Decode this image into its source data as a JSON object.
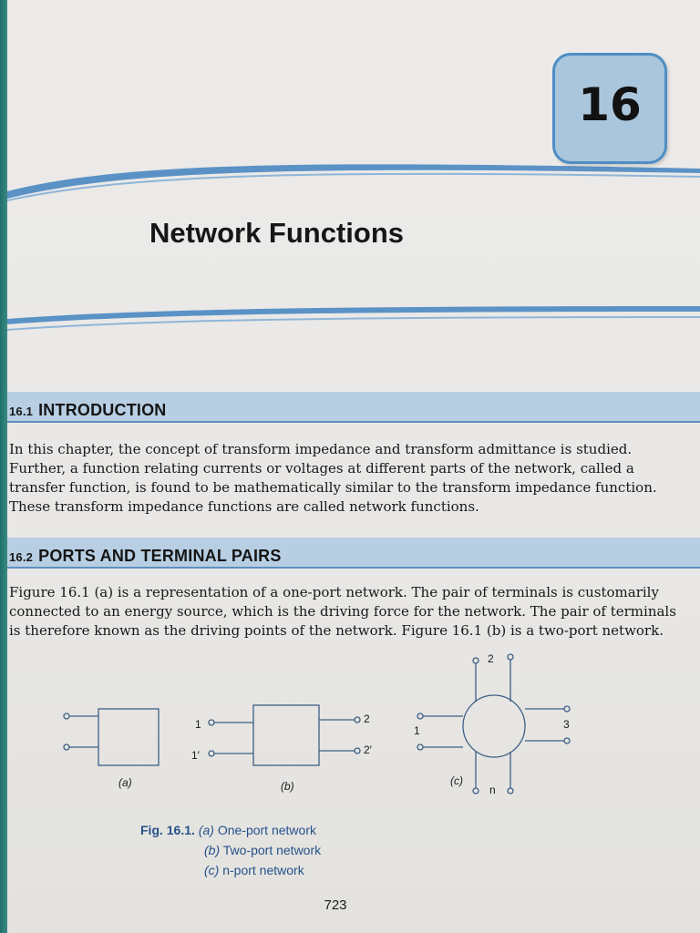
{
  "chapter": {
    "number": "16",
    "title": "Network Functions"
  },
  "sections": [
    {
      "number": "16.1",
      "title": "INTRODUCTION",
      "lines": [
        "In this chapter, the concept of transform impedance and transform admittance is studied.",
        "Further, a function relating currents or voltages at different parts of the network, called a",
        "transfer function, is found to be mathematically similar to the transform impedance function.",
        "These transform impedance functions are called network functions."
      ]
    },
    {
      "number": "16.2",
      "title": "PORTS AND TERMINAL PAIRS",
      "lines": [
        "Figure 16.1 (a) is a representation of a one-port network. The pair of terminals is customarily",
        "connected to an energy source, which is the driving force for the network. The pair of terminals",
        "is therefore known as the driving points of the network. Figure 16.1 (b) is a two-port network."
      ]
    }
  ],
  "figure": {
    "sub_labels": {
      "a": "(a)",
      "b": "(b)",
      "c": "(c)"
    },
    "terminals_b": {
      "in_top": "1",
      "in_bottom": "1′",
      "out_top": "2",
      "out_bottom": "2′"
    },
    "terminals_c": {
      "top": "2",
      "left": "1",
      "right": "3",
      "bottom": "n"
    },
    "caption": {
      "prefix": "Fig. 16.1.",
      "items": [
        {
          "tag": "(a)",
          "text": " One-port network"
        },
        {
          "tag": "(b)",
          "text": " Two-port network"
        },
        {
          "tag": "(c)",
          "text": " n-port network"
        }
      ]
    }
  },
  "page_number": "723"
}
